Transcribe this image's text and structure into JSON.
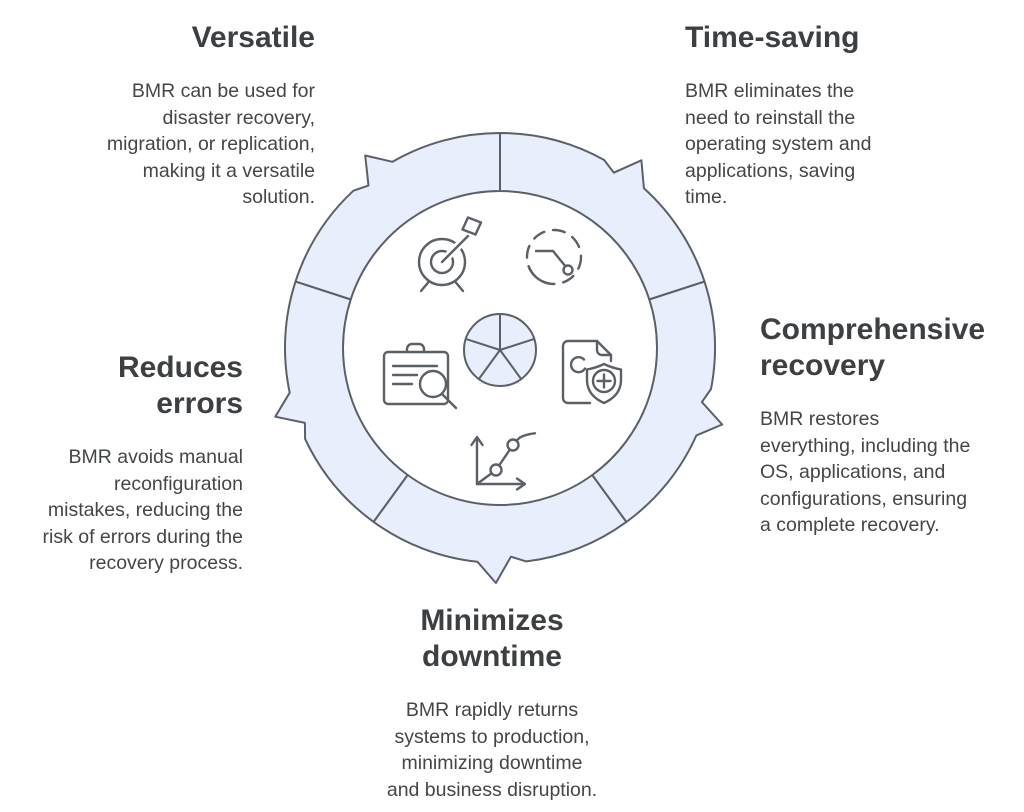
{
  "diagram": {
    "colors": {
      "accent": "#e8eefb",
      "stroke": "#5b6067",
      "heading": "#3c4043",
      "body": "#434649"
    },
    "center_icon": "pie-chart-icon",
    "pie_slices": 5,
    "sections": [
      {
        "id": "versatile",
        "title": "Versatile",
        "lines": [
          "BMR can be used for",
          "disaster recovery,",
          "migration, or replication,",
          "making it a versatile",
          "solution."
        ],
        "icon": "target-dart-icon",
        "position": "top-left"
      },
      {
        "id": "time-saving",
        "title": "Time-saving",
        "lines": [
          "BMR eliminates the",
          "need to reinstall the",
          "operating system and",
          "applications, saving",
          "time."
        ],
        "icon": "stopwatch-icon",
        "position": "top-right"
      },
      {
        "id": "comprehensive-recovery",
        "title": "Comprehensive recovery",
        "lines": [
          "BMR restores",
          "everything, including the",
          "OS, applications, and",
          "configurations, ensuring",
          "a complete recovery."
        ],
        "icon": "document-shield-plus-icon",
        "position": "right"
      },
      {
        "id": "minimizes-downtime",
        "title": "Minimizes downtime",
        "lines": [
          "BMR rapidly returns",
          "systems to production,",
          "minimizing downtime",
          "and business disruption."
        ],
        "icon": "growth-chart-icon",
        "position": "bottom"
      },
      {
        "id": "reduces-errors",
        "title": "Reduces errors",
        "lines": [
          "BMR avoids manual",
          "reconfiguration",
          "mistakes, reducing the",
          "risk of errors during the",
          "recovery process."
        ],
        "icon": "clipboard-search-icon",
        "position": "left"
      }
    ]
  }
}
